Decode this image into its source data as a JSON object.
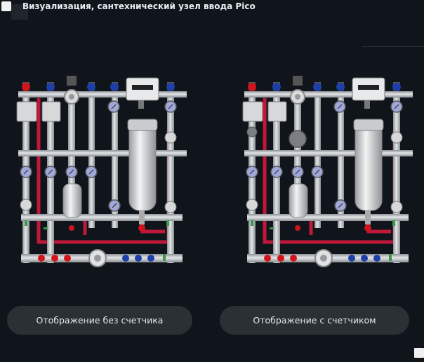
{
  "window": {
    "title": "Визуализация, сантехнический узел ввода Pico"
  },
  "buttons": {
    "without_meter": "Отображение без счетчика",
    "with_meter": "Отображение с счетчиком"
  },
  "colors": {
    "background": "#0f151b",
    "button_bg": "#2b3035",
    "pipe_grey": "#c4c8cb",
    "pipe_red": "#c01838",
    "valve_red": "#d0141c",
    "valve_blue": "#1f3fa8",
    "gauge_face": "#9fa8d8"
  }
}
